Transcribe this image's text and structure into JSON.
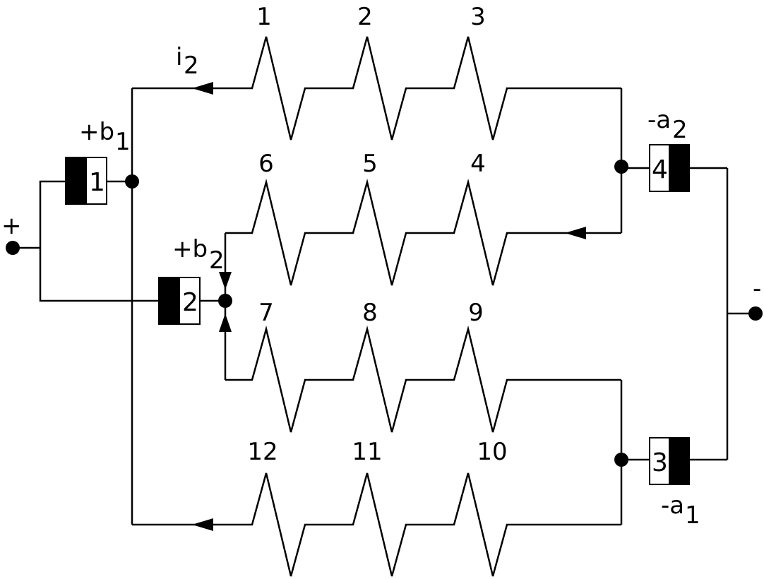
{
  "terminals": {
    "plus": "+",
    "minus": "-"
  },
  "current_label": {
    "main": "i",
    "sub": "2"
  },
  "resistors": {
    "r1": "1",
    "r2": "2",
    "r3": "3",
    "r4": "4",
    "r5": "5",
    "r6": "6",
    "r7": "7",
    "r8": "8",
    "r9": "9",
    "r10": "10",
    "r11": "11",
    "r12": "12"
  },
  "cells": {
    "c1": {
      "number": "1",
      "label_main": "+b",
      "label_sub": "1"
    },
    "c2": {
      "number": "2",
      "label_main": "+b",
      "label_sub": "2"
    },
    "c3": {
      "number": "3",
      "label_main": "-a",
      "label_sub": "1"
    },
    "c4": {
      "number": "4",
      "label_main": "-a",
      "label_sub": "2"
    }
  },
  "colors": {
    "line": "#000000",
    "background": "#ffffff"
  }
}
